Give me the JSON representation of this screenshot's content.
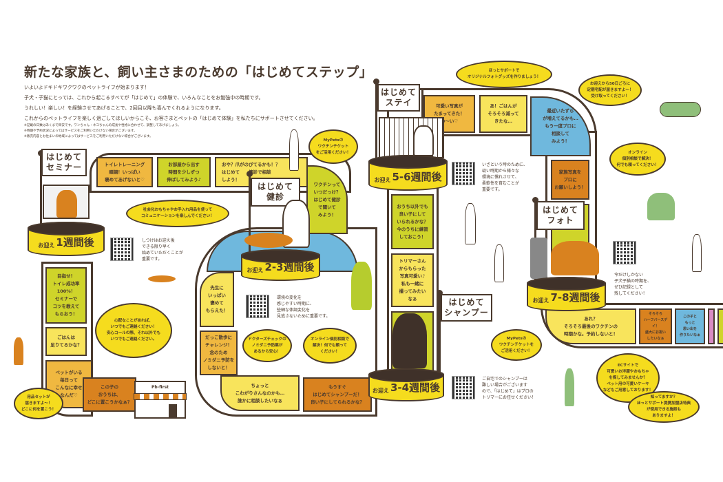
{
  "title": "新たな家族と、飼い主さまのための「はじめてステップ」",
  "intro": [
    "いよいよドキドキワクワクのペットライフが始まります！",
    "子犬・子猫にとっては、これから起こるすべてが「はじめて」の体験で、いろんなことをお勉強中の時期です。",
    "うれしい！楽しい！を経験させてあげることで、2回目以降も喜んでくれるようになります。",
    "これからのペットライフを楽しく過ごしてほしいからこそ、お客さまとペットの「はじめて体験」を私たちにサポートさせてください。"
  ],
  "notes": [
    "※記載の日数はあくまで目安です。ワンちゃん・ネコちゃんの成長や性格に合わせて、調整してあげましょう。",
    "※時期や予約状況によってはサービスをご利用いただけない場合がございます。",
    "※販売内容とお住まいの地域によってはサービスをご利用いただけない場合がございます。"
  ],
  "steps": [
    {
      "sign": "はじめて\nセミナー",
      "pre": "お迎え",
      "timing": "1週間後",
      "qr_text": "しつけはお迎え後\nできる限り早く\n始めていただくことが\n重要です。"
    },
    {
      "sign": "はじめて\n健診",
      "pre": "お迎え",
      "timing": "2-3週間後",
      "qr_text": "環境の変化を\n感じやすい時期に、\n些細な体調変化を\n見逃さないために重要です。"
    },
    {
      "sign": "はじめて\nステイ",
      "pre": "お迎え",
      "timing": "5-6週間後",
      "qr_text": "いざという時のために、\n幼い時期から様々な\n環境に慣れさせて、\n柔軟性を育むことが\n重要です。"
    },
    {
      "sign": "はじめて\nシャンプー",
      "pre": "お迎え",
      "timing": "3-4週間後",
      "qr_text": "ご自宅でのシャンプーは\n難しい場合がございます\nので、「はじめて」はプロの\nトリマーにお任せください！"
    },
    {
      "sign": "はじめて\nフォト",
      "pre": "お迎え",
      "timing": "7-8週間後",
      "qr_text": "今だけしかない\n子犬子猫の時期を、\nぜひ記録として\n残してください！"
    }
  ],
  "tiles": [
    "トイレトレーニング\n順調！いっぱい\n褒めてあげないと♡",
    "お部屋から出す\n時間を少しずつ\n伸ばしてみよう♪",
    "おや？爪がのびてるかも！？\nはじめて　　健診で相談\nしよう！",
    "ワクチンって\nいつだっけ？\nはじめて健診\nで聞いて\nみよう！",
    "目指せ！\nトイレ成功率\n100%！\nセミナーで\nコツを教えて\nもらおう！",
    "ごはんは\n足りてるかな？",
    "ペットがいる\n毎日って\nこんなに幸せ\nなんだ♡",
    "この子の\nおうちは、\nどこに置こうかなぁ？",
    "先生に\nいっぱい\n褒めて\nもらえた！",
    "だっこ散歩に\nチャレンジ！\n念のため\nノミダニ予防を\nしないと！",
    "ちょっと\nこわがりさんなのかも…\n誰かに相談したいなぁ",
    "もうすぐ\nはじめてシャンプーだ！\n良い子にしてられるかな？",
    "おうち以外でも\n良い子にして\nいられるかな？\n今のうちに練習\nしておこう！",
    "トリマーさん\nからもらった\n写真可愛い♪\n私も一緒に\n撮ってみたい\nなぁ",
    "可愛い写真が\nたまってきた！\nわ〜い♡",
    "あ！ごはんが\nそろそろ減って\nきたな…",
    "最近いたずら\nが増えてるかも…\nもう一度プロに\n相談して\nみよう！",
    "家族写真を\nプロに\nお願いしよう！",
    "あれ？\nそろそろ最後のワクチンの\n時期かな。予約しないと！",
    "そろそろ\nハーフバースデイ！\n盛大にお祝い\nしたいなぁ",
    "この子と\nもっと\n思い出を\n作りたいなぁ"
  ],
  "bubbles": [
    "MyPetsの\nワクチンチケット\nをご活用ください！",
    "社会化おもちゃやお手入れ用品を使って\nコミュニケーションを楽しんでください！",
    "心配なことがあれば、\nいつでもご連絡ください！\n安心コールの際、それ以外でも\nいつでもご連絡ください。",
    "用品セットが\n届きますよ〜！\nどこに何を置こう！",
    "ドクターズチェックの\nノミダニ予防薬が\nあるから安心！",
    "オンライン個別相談で\n解決！何でも頼って\nください！",
    "ほっとサポートで\nオリジナルフォトグッズを作りましょう！",
    "お迎えから50日ごろに\n定期宅配が届きますよ〜！\n受け取ってください！",
    "オンライン\n個別相談で解決！\n何でも頼ってください！",
    "MyPetsの\nワクチンチケットを\nご活用ください！",
    "ECサイトで\n可愛いお洋服やおもちゃ\nを探してみませんか？\nペット用の可愛いケーキ\nなどもご用意しております！",
    "知ってますか？\nほっとサポート提携加盟店特典\nが使用できる施設も\nありますよ！"
  ],
  "store_sign": "Pb-first"
}
